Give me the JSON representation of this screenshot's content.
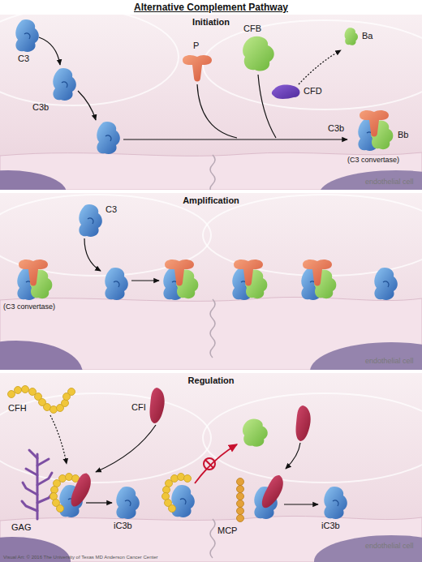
{
  "diagram": {
    "title": "Alternative Complement Pathway",
    "nodes": [
      {
        "text": [
          "Initiation"
        ]
      },
      {
        "text": [
          "Amplification"
        ]
      },
      {
        "text": [
          "Regulation"
        ]
      }
    ],
    "labels": [
      "C3",
      "C3b",
      "P",
      "CFB",
      "Ba",
      "CFD",
      "C3b",
      "Bb",
      "(C3 convertase)",
      "endothelial cell",
      "(C3 convertase)",
      "C3",
      "endothelial cell",
      "CFH",
      "CFI",
      "GAG",
      "iC3b",
      "MCP",
      "iC3b",
      "endothelial cell",
      "Visual Art: © 2016 The University of Texas MD Anderson Cancer Center"
    ]
  }
}
